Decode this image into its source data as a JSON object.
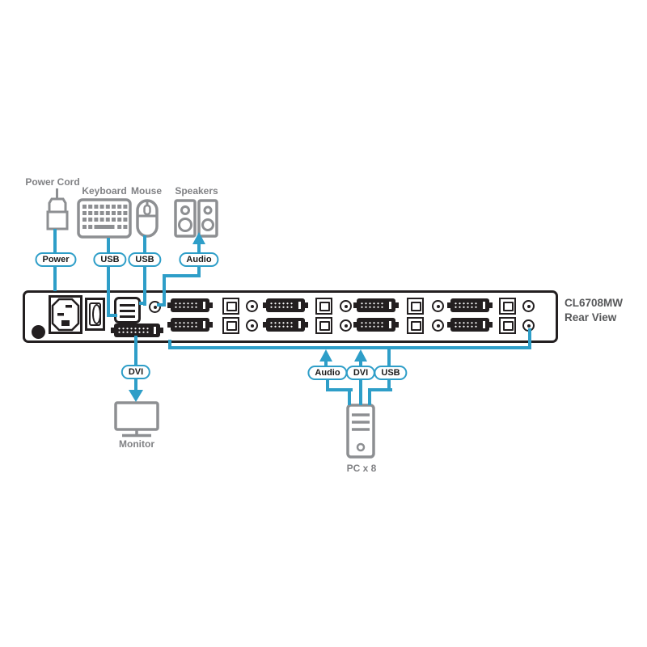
{
  "colors": {
    "line": "#2E9EC8",
    "port_black": "#231F20",
    "icon_gray": "#8D8F92",
    "label_gray": "#808184",
    "title_gray": "#57585A"
  },
  "device": {
    "model": "CL6708MW",
    "view_label": "Rear View",
    "kvm_port_groups_per_row": 4,
    "kvm_port_rows": 2
  },
  "console_peripherals": {
    "power_cord": {
      "label": "Power Cord",
      "pill": "Power"
    },
    "keyboard": {
      "label": "Keyboard",
      "pill": "USB"
    },
    "mouse": {
      "label": "Mouse",
      "pill": "USB"
    },
    "speakers": {
      "label": "Speakers",
      "pill": "Audio"
    },
    "monitor": {
      "label": "Monitor",
      "pill": "DVI"
    }
  },
  "computers": {
    "label": "PC x 8",
    "pill_audio": "Audio",
    "pill_video": "DVI",
    "pill_usb": "USB"
  }
}
